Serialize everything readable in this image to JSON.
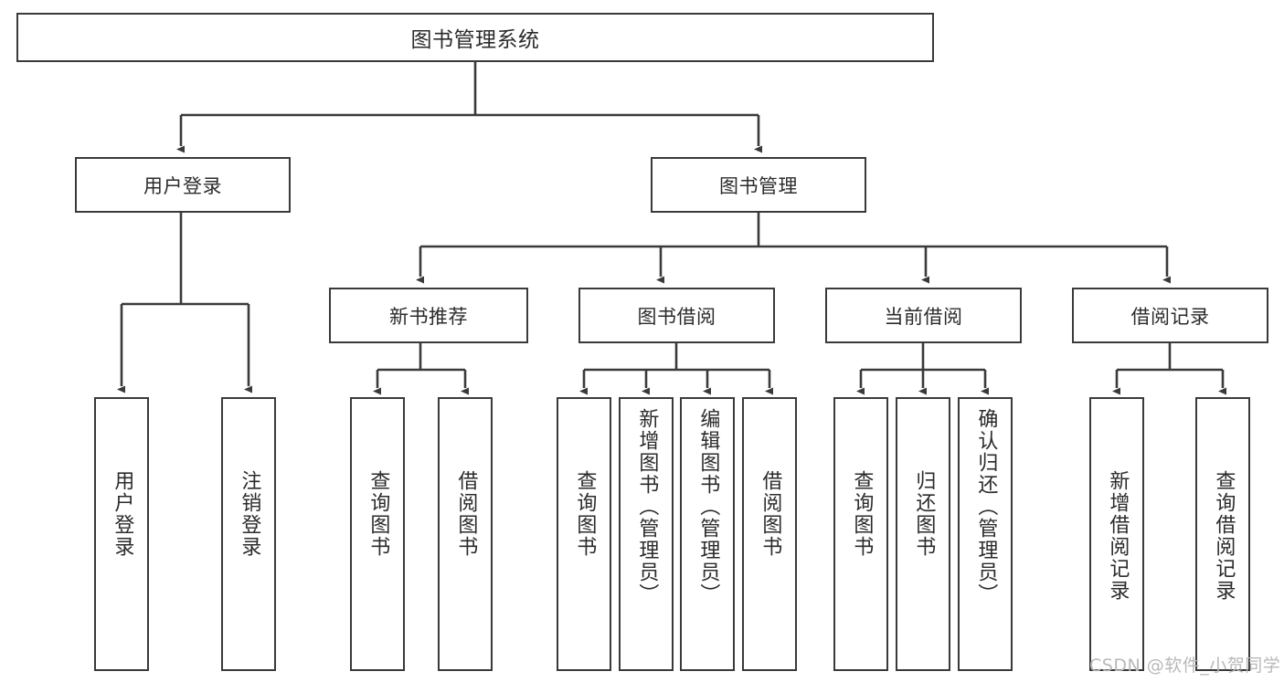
{
  "diagram": {
    "title": "图书管理系统",
    "type": "hierarchy-tree",
    "background_color": "#ffffff",
    "border_color": "#3a3a3a",
    "text_color": "#2b2b2b"
  },
  "root": {
    "label": "图书管理系统"
  },
  "level2": [
    {
      "label": "用户登录"
    },
    {
      "label": "图书管理"
    }
  ],
  "level3": [
    {
      "label": "新书推荐"
    },
    {
      "label": "图书借阅"
    },
    {
      "label": "当前借阅"
    },
    {
      "label": "借阅记录"
    }
  ],
  "leaves": {
    "user_login": [
      {
        "label": "用户登录"
      },
      {
        "label": "注销登录"
      }
    ],
    "new_book_recommend": [
      {
        "label": "查询图书"
      },
      {
        "label": "借阅图书"
      }
    ],
    "book_borrow": [
      {
        "label": "查询图书"
      },
      {
        "label": "新增图书（管理员）"
      },
      {
        "label": "编辑图书（管理员）"
      },
      {
        "label": "借阅图书"
      }
    ],
    "current_borrow": [
      {
        "label": "查询图书"
      },
      {
        "label": "归还图书"
      },
      {
        "label": "确认归还（管理员）"
      }
    ],
    "borrow_records": [
      {
        "label": "新增借阅记录"
      },
      {
        "label": "查询借阅记录"
      }
    ]
  },
  "watermark": {
    "text": "CSDN @软件_小贺同学",
    "color": "#b9b9b9"
  }
}
